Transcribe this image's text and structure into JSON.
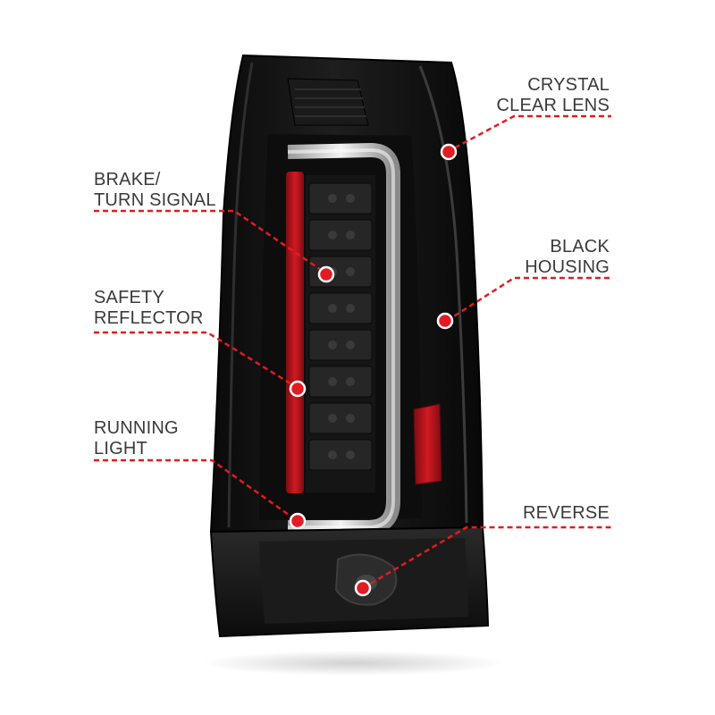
{
  "callouts": {
    "crystal_clear_lens": {
      "line1": "CRYSTAL",
      "line2": "CLEAR LENS"
    },
    "brake_turn_signal": {
      "line1": "BRAKE/",
      "line2": "TURN SIGNAL"
    },
    "black_housing": {
      "line1": "BLACK",
      "line2": "HOUSING"
    },
    "safety_reflector": {
      "line1": "SAFETY",
      "line2": "REFLECTOR"
    },
    "running_light": {
      "line1": "RUNNING",
      "line2": "LIGHT"
    },
    "reverse": {
      "line1": "REVERSE"
    }
  },
  "colors": {
    "accent": "#e31b23",
    "label_text": "#3a3a3a",
    "housing": "#141414",
    "lightbar": "#dcdcdc",
    "reflector": "#b5121b"
  }
}
